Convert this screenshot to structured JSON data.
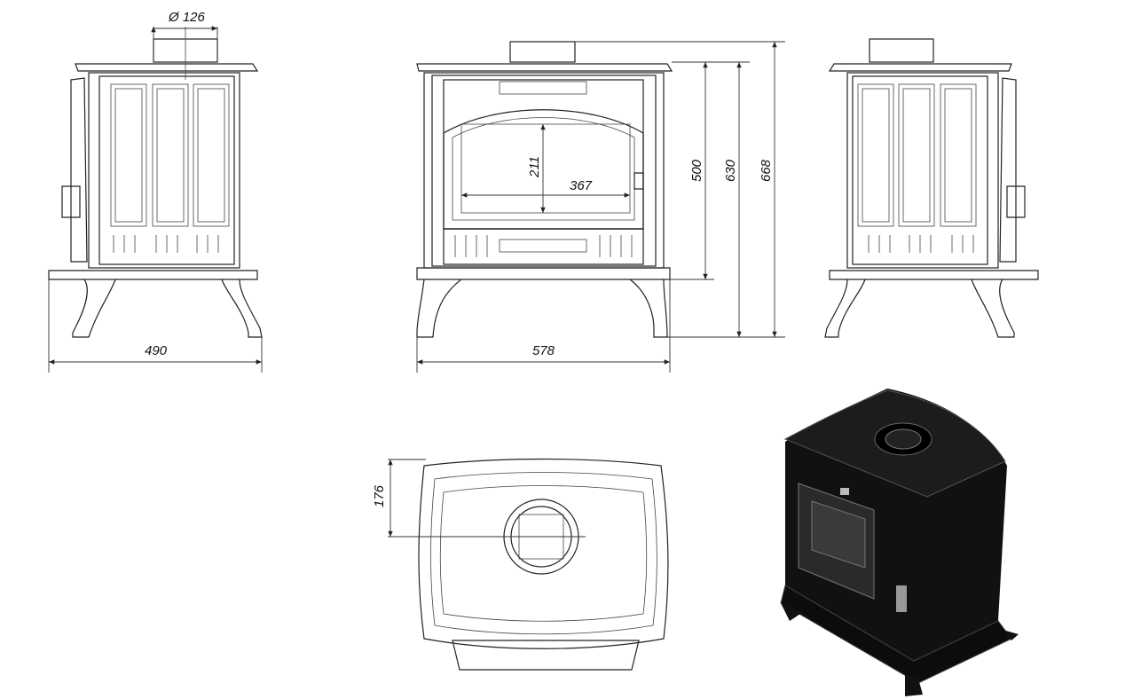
{
  "drawing": {
    "dimensions": {
      "flue_diameter": "Ø 126",
      "side_width": "490",
      "front_width": "578",
      "glass_height": "211",
      "glass_width": "367",
      "flue_center_height": "500",
      "top_height": "630",
      "total_height": "668",
      "flue_offset": "176"
    },
    "colors": {
      "line": "#222222",
      "render": "#111111"
    }
  }
}
